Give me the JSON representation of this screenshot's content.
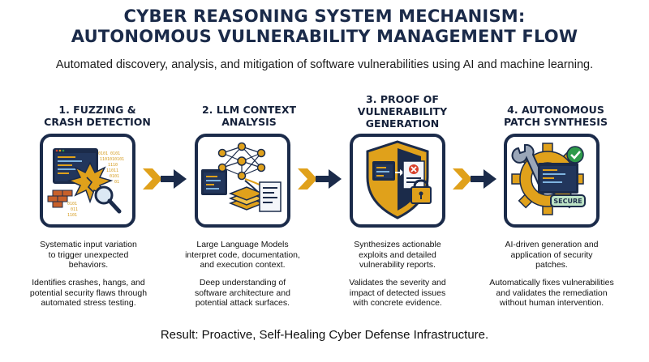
{
  "header": {
    "title_line1": "CYBER REASONING SYSTEM MECHANISM:",
    "title_line2": "AUTONOMOUS VULNERABILITY MANAGEMENT FLOW",
    "subtitle": "Automated discovery, analysis, and mitigation of software vulnerabilities using AI and machine learning."
  },
  "steps": [
    {
      "title_lines": [
        "1. FUZZING &",
        "CRASH DETECTION"
      ],
      "desc1": [
        "Systematic input variation",
        "to trigger unexpected",
        "behaviors."
      ],
      "desc2": [
        "Identifies crashes, hangs, and",
        "potential security flaws through",
        "automated stress testing."
      ],
      "icon": "fuzzing-crash-icon"
    },
    {
      "title_lines": [
        "2. LLM CONTEXT",
        "ANALYSIS"
      ],
      "desc1": [
        "Large Language Models",
        "interpret code, documentation,",
        "and execution context."
      ],
      "desc2": [
        "Deep understanding of",
        "software architecture and",
        "potential attack surfaces."
      ],
      "icon": "neural-network-icon"
    },
    {
      "title_lines": [
        "3. PROOF OF",
        "VULNERABILITY",
        "GENERATION"
      ],
      "desc1": [
        "Synthesizes actionable",
        "exploits and detailed",
        "vulnerability reports."
      ],
      "desc2": [
        "Validates the severity and",
        "impact of detected issues",
        "with concrete evidence."
      ],
      "icon": "shield-lock-icon"
    },
    {
      "title_lines": [
        "4. AUTONOMOUS",
        "PATCH SYNTHESIS"
      ],
      "desc1": [
        "AI-driven generation and",
        "application of security",
        "patches."
      ],
      "desc2": [
        "Automatically fixes vulnerabilities",
        "and validates the remediation",
        "without human intervention."
      ],
      "icon": "gear-wrench-icon"
    }
  ],
  "binary_digits": [
    "0101 0101",
    "1101010101",
    "1110",
    "11011",
    "0101",
    "01",
    "0101",
    "011",
    "1101"
  ],
  "patch_badge": "SECURE",
  "result": "Result: Proactive, Self-Healing Cyber Defense Infrastructure.",
  "colors": {
    "navy": "#1b2b4a",
    "gold": "#e0a11b",
    "red": "#d9412b",
    "green": "#2e9a4a"
  }
}
